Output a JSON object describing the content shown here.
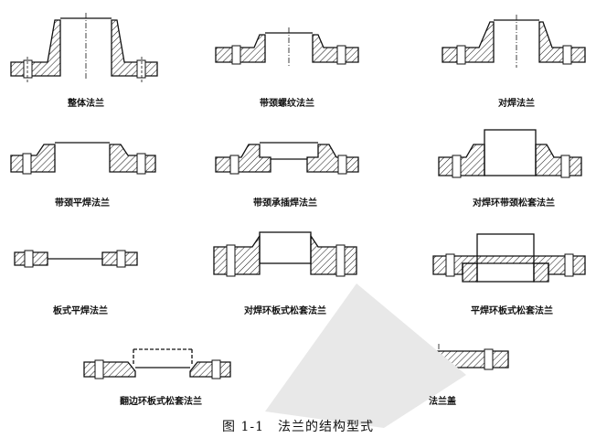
{
  "figure": {
    "caption": "图 1-1　法兰的结构型式",
    "items": [
      {
        "id": "integral",
        "label": "整体法兰"
      },
      {
        "id": "threaded",
        "label": "带颈螺纹法兰"
      },
      {
        "id": "weld-neck",
        "label": "对焊法兰"
      },
      {
        "id": "slip-on-hub",
        "label": "带颈平焊法兰"
      },
      {
        "id": "socket-weld",
        "label": "带颈承插焊法兰"
      },
      {
        "id": "lap-ring-hub",
        "label": "对焊环带颈松套法兰"
      },
      {
        "id": "plate-slip-on",
        "label": "板式平焊法兰"
      },
      {
        "id": "lap-weld-ring",
        "label": "对焊环板式松套法兰"
      },
      {
        "id": "lap-flat-ring",
        "label": "平焊环板式松套法兰"
      },
      {
        "id": "lap-flared",
        "label": "翻边环板式松套法兰"
      },
      {
        "id": "blind",
        "label": "法兰盖"
      }
    ]
  }
}
